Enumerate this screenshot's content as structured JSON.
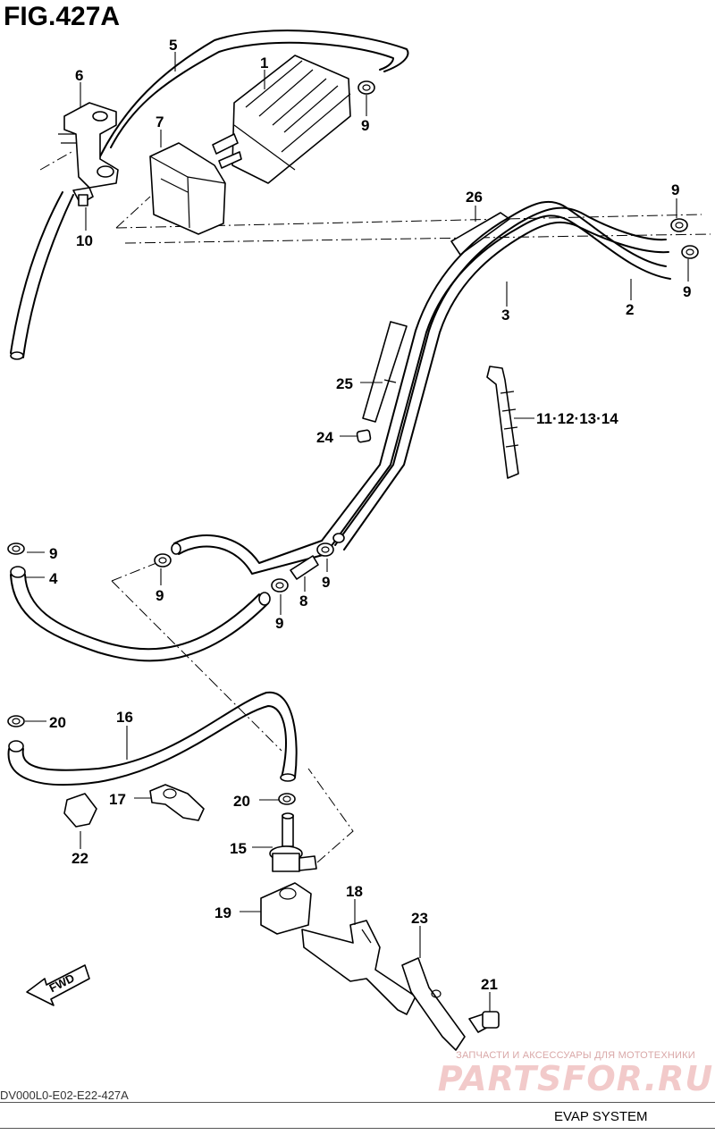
{
  "figure": {
    "title": "FIG.427A",
    "caption": "EVAP SYSTEM",
    "code": "DV000L0-E02-E22-427A"
  },
  "watermark": {
    "tagline": "ЗАПЧАСТИ И АКСЕССУАРЫ ДЛЯ МОТОТЕХНИКИ",
    "brand": "PARTSFOR.RU"
  },
  "fwd_marker": "FWD",
  "callouts": [
    {
      "id": "c1",
      "label": "1"
    },
    {
      "id": "c2",
      "label": "2"
    },
    {
      "id": "c3",
      "label": "3"
    },
    {
      "id": "c4",
      "label": "4"
    },
    {
      "id": "c5",
      "label": "5"
    },
    {
      "id": "c6",
      "label": "6"
    },
    {
      "id": "c7",
      "label": "7"
    },
    {
      "id": "c8",
      "label": "8"
    },
    {
      "id": "c9a",
      "label": "9"
    },
    {
      "id": "c9b",
      "label": "9"
    },
    {
      "id": "c9c",
      "label": "9"
    },
    {
      "id": "c9d",
      "label": "9"
    },
    {
      "id": "c9e",
      "label": "9"
    },
    {
      "id": "c9f",
      "label": "9"
    },
    {
      "id": "c9g",
      "label": "9"
    },
    {
      "id": "c9h",
      "label": "9"
    },
    {
      "id": "c10",
      "label": "10"
    },
    {
      "id": "c11",
      "label": "11·12·13·14"
    },
    {
      "id": "c15",
      "label": "15"
    },
    {
      "id": "c16",
      "label": "16"
    },
    {
      "id": "c17",
      "label": "17"
    },
    {
      "id": "c18",
      "label": "18"
    },
    {
      "id": "c19",
      "label": "19"
    },
    {
      "id": "c20a",
      "label": "20"
    },
    {
      "id": "c20b",
      "label": "20"
    },
    {
      "id": "c21",
      "label": "21"
    },
    {
      "id": "c22",
      "label": "22"
    },
    {
      "id": "c23",
      "label": "23"
    },
    {
      "id": "c24",
      "label": "24"
    },
    {
      "id": "c25",
      "label": "25"
    },
    {
      "id": "c26",
      "label": "26"
    }
  ]
}
